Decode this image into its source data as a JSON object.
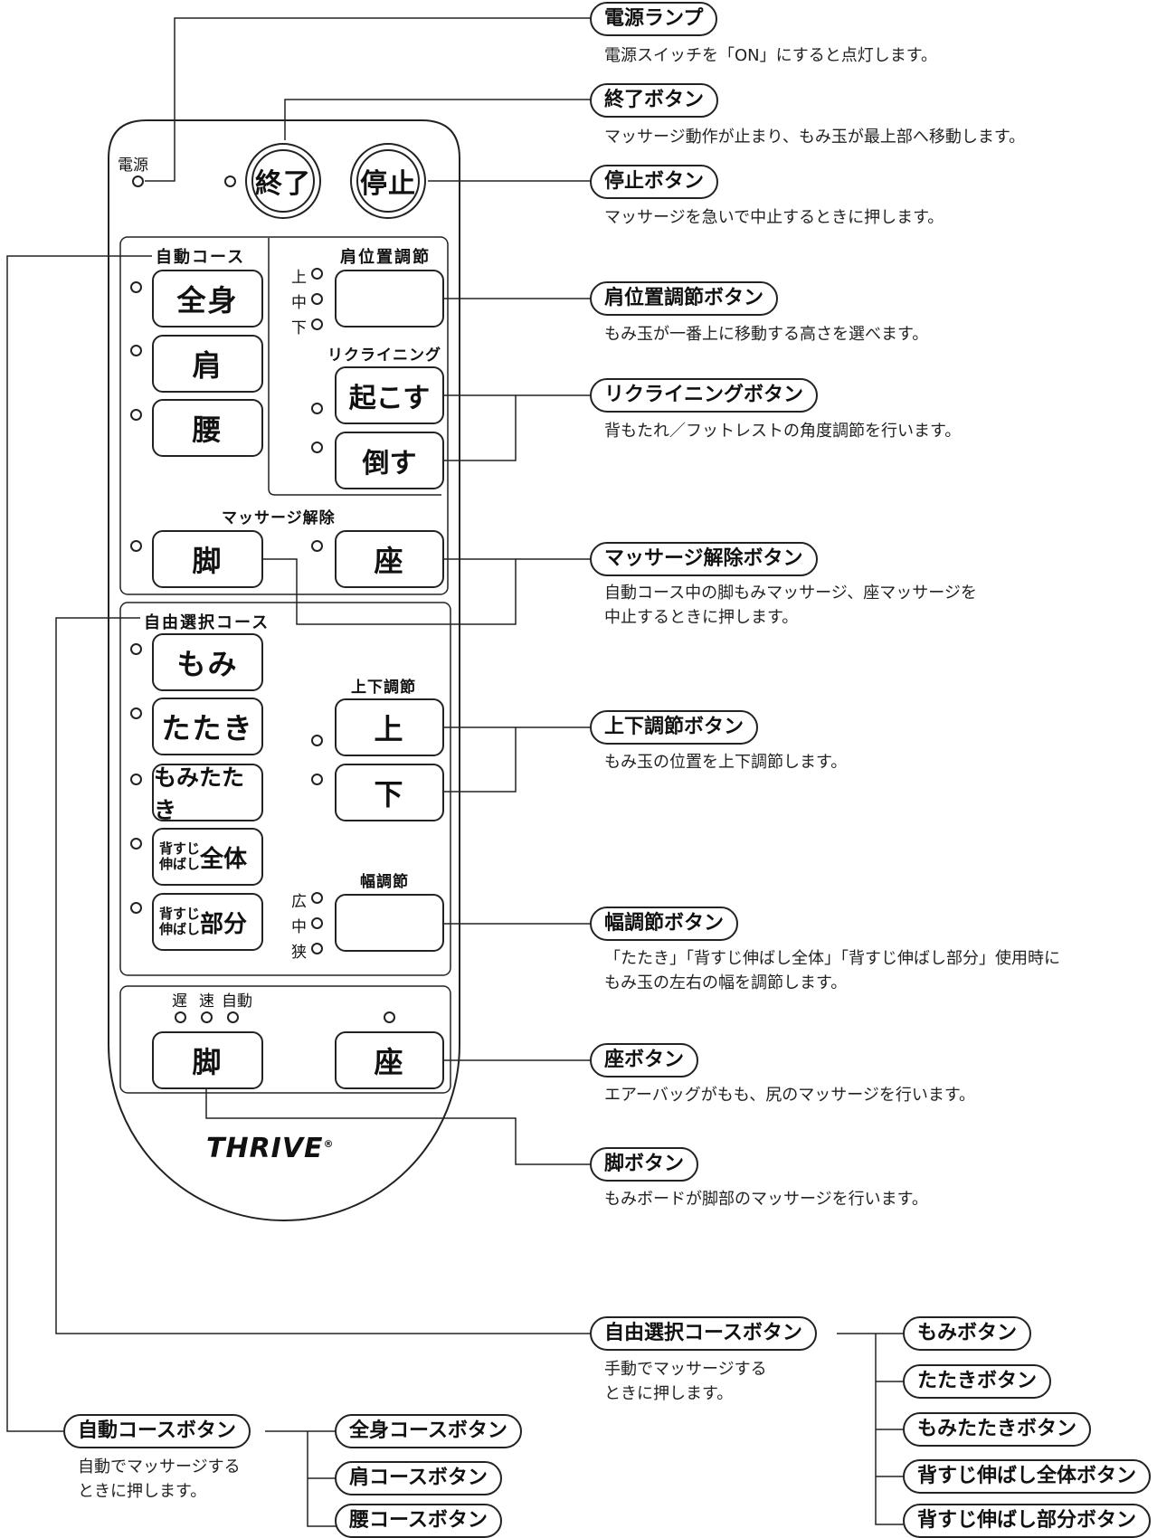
{
  "remote": {
    "power_label": "電源",
    "end_button": "終了",
    "stop_button": "停止",
    "auto_course_title": "自動コース",
    "btn_zenshin": "全身",
    "btn_kata": "肩",
    "btn_koshi": "腰",
    "shoulder_title": "肩位置調節",
    "shoulder_levels": [
      "上",
      "中",
      "下"
    ],
    "reclining_title": "リクライニング",
    "btn_okosu": "起こす",
    "btn_taosu": "倒す",
    "massage_release_title": "マッサージ解除",
    "btn_ashi_release": "脚",
    "btn_za_release": "座",
    "free_course_title": "自由選択コース",
    "btn_momi": "もみ",
    "btn_tataki": "たたき",
    "btn_momitataki": "もみたたき",
    "btn_senaka_zentai_small": [
      "背すじ",
      "伸ばし"
    ],
    "btn_senaka_zentai_big": "全体",
    "btn_senaka_bubun_small": [
      "背すじ",
      "伸ばし"
    ],
    "btn_senaka_bubun_big": "部分",
    "updown_title": "上下調節",
    "btn_up": "上",
    "btn_down": "下",
    "width_title": "幅調節",
    "width_levels": [
      "広",
      "中",
      "狭"
    ],
    "speed_levels": [
      "遅",
      "速",
      "自動"
    ],
    "btn_ashi": "脚",
    "btn_za": "座",
    "brand": "THRIVE",
    "brand_mark": "®"
  },
  "callouts": {
    "power_lamp": {
      "title": "電源ランプ",
      "desc": [
        "電源スイッチを「ON」にすると点灯します。"
      ]
    },
    "end_button": {
      "title": "終了ボタン",
      "desc": [
        "マッサージ動作が止まり、もみ玉が最上部へ移動します。"
      ]
    },
    "stop_button": {
      "title": "停止ボタン",
      "desc": [
        "マッサージを急いで中止するときに押します。"
      ]
    },
    "shoulder_button": {
      "title": "肩位置調節ボタン",
      "desc": [
        "もみ玉が一番上に移動する高さを選べます。"
      ]
    },
    "reclining_button": {
      "title": "リクライニングボタン",
      "desc": [
        "背もたれ／フットレストの角度調節を行います。"
      ]
    },
    "release_button": {
      "title": "マッサージ解除ボタン",
      "desc": [
        "自動コース中の脚もみマッサージ、座マッサージを",
        "中止するときに押します。"
      ]
    },
    "updown_button": {
      "title": "上下調節ボタン",
      "desc": [
        "もみ玉の位置を上下調節します。"
      ]
    },
    "width_button": {
      "title": "幅調節ボタン",
      "desc": [
        "「たたき」「背すじ伸ばし全体」「背すじ伸ばし部分」使用時に",
        "もみ玉の左右の幅を調節します。"
      ]
    },
    "za_button": {
      "title": "座ボタン",
      "desc": [
        "エアーバッグがもも、尻のマッサージを行います。"
      ]
    },
    "ashi_button": {
      "title": "脚ボタン",
      "desc": [
        "もみボードが脚部のマッサージを行います。"
      ]
    },
    "free_course_button": {
      "title": "自由選択コースボタン",
      "desc": [
        "手動でマッサージする",
        "ときに押します。"
      ]
    },
    "auto_course_button": {
      "title": "自動コースボタン",
      "desc": [
        "自動でマッサージする",
        "ときに押します。"
      ]
    }
  },
  "free_course_sub": [
    "もみボタン",
    "たたきボタン",
    "もみたたきボタン",
    "背すじ伸ばし全体ボタン",
    "背すじ伸ばし部分ボタン"
  ],
  "auto_course_sub": [
    "全身コースボタン",
    "肩コースボタン",
    "腰コースボタン"
  ]
}
